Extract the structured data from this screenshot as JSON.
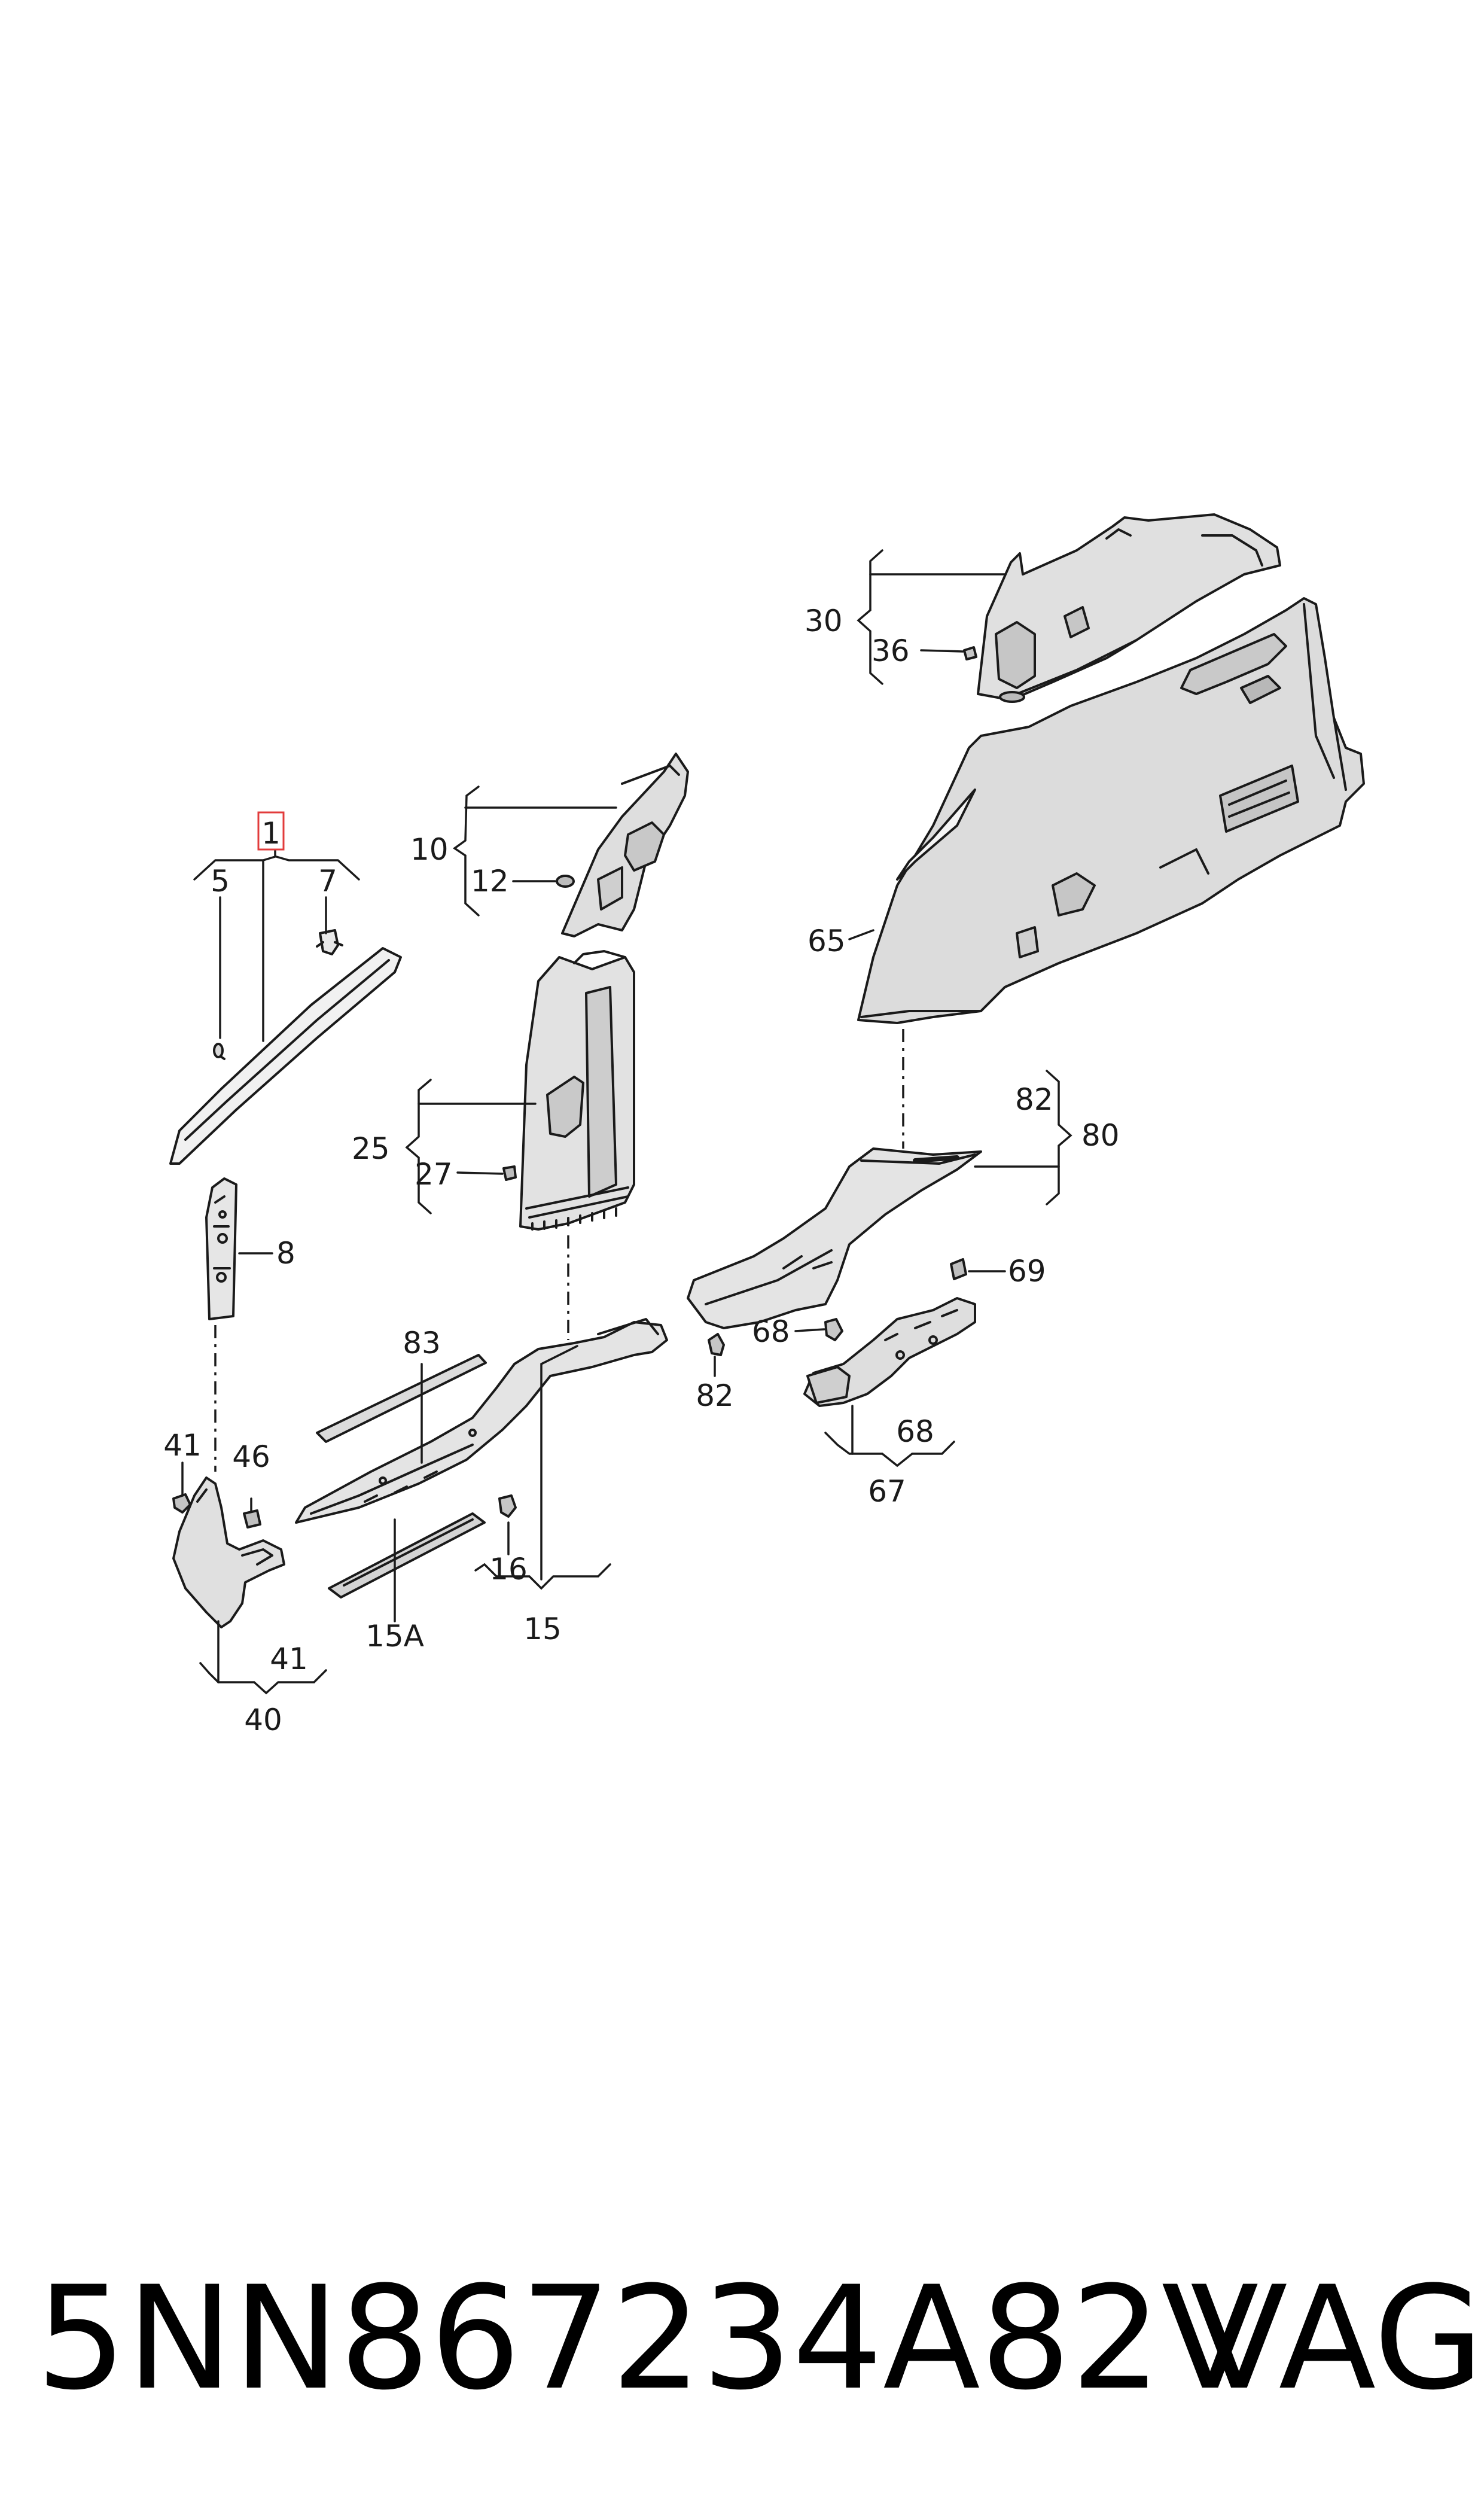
{
  "labels": {
    "l1": "1",
    "l5": "5",
    "l7": "7",
    "l8": "8",
    "l10": "10",
    "l12": "12",
    "l25": "25",
    "l27": "27",
    "l30": "30",
    "l36": "36",
    "l65": "65",
    "l82a": "82",
    "l80": "80",
    "l69": "69",
    "l68a": "68",
    "l82b": "82",
    "l68b": "68",
    "l67": "67",
    "l83": "83",
    "l41a": "41",
    "l46": "46",
    "l16": "16",
    "l15A": "15A",
    "l15": "15",
    "l41b": "41",
    "l40": "40"
  },
  "highlight_color": "#e23b3b",
  "caption": {
    "part_number": "5NN867234A82V",
    "brand": "VAG"
  }
}
